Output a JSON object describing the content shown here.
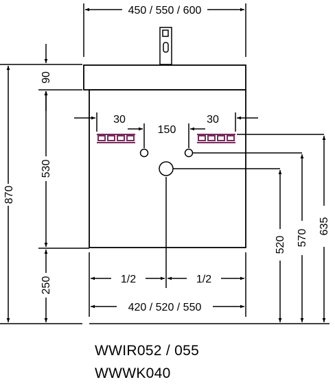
{
  "dimensions": {
    "top_width": "450 / 550 / 600",
    "bottom_width": "420 / 520 / 550",
    "half_left": "1/2",
    "half_right": "1/2",
    "left_offset": "30",
    "right_offset": "30",
    "hole_spacing": "150",
    "basin_height": "90",
    "cabinet_height": "530",
    "leg_height": "250",
    "total_height": "870",
    "drain_height": "520",
    "inlet_height": "570",
    "rail_height": "635"
  },
  "product_codes": {
    "line1": "WWIR052 / 055",
    "line2": "WWWK040"
  },
  "colors": {
    "line": "#000000",
    "connector": "#7a2a5c"
  }
}
